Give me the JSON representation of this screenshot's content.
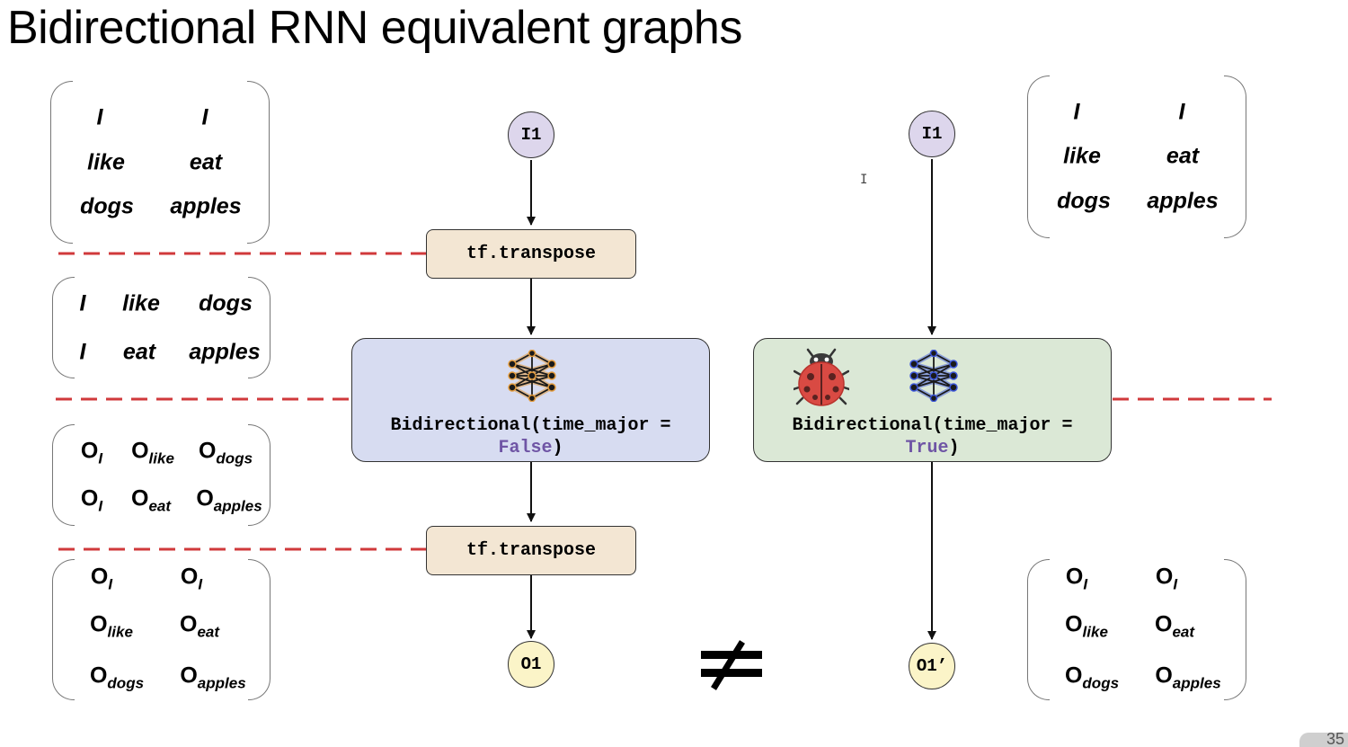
{
  "title": "Bidirectional RNN equivalent graphs",
  "left": {
    "input_node": "I1",
    "transpose_label": "tf.transpose",
    "layer_call": "Bidirectional(time_major =",
    "layer_arg": "False",
    "layer_close": ")",
    "transpose2_label": "tf.transpose",
    "output_node": "O1"
  },
  "right": {
    "input_node": "I1",
    "layer_call": "Bidirectional(time_major =",
    "layer_arg": "True",
    "layer_close": ")",
    "output_node": "O1’"
  },
  "matrices": {
    "m1": [
      "I",
      "I",
      "like",
      "eat",
      "dogs",
      "apples"
    ],
    "m2": [
      "I",
      "like",
      "dogs",
      "I",
      "eat",
      "apples"
    ],
    "m3": [
      "I",
      "like",
      "dogs",
      "I",
      "eat",
      "apples"
    ],
    "m4": [
      "I",
      "I",
      "like",
      "eat",
      "dogs",
      "apples"
    ],
    "m5": [
      "I",
      "I",
      "like",
      "eat",
      "dogs",
      "apples"
    ],
    "m6": [
      "I",
      "I",
      "like",
      "eat",
      "dogs",
      "apples"
    ],
    "output_prefix": "O"
  },
  "page_number": "35",
  "colors": {
    "dashed_line": "#d0393b",
    "input_node": "#ddd6ec",
    "output_node": "#fbf4c8",
    "transpose_box": "#f3e6d3",
    "left_layer": "#d7dcf1",
    "right_layer": "#dbe8d6",
    "keyword": "#6f55a5"
  },
  "icons": [
    "neural-network-icon-orange",
    "neural-network-icon-blue",
    "ladybug-bug-icon",
    "not-equal-icon"
  ]
}
